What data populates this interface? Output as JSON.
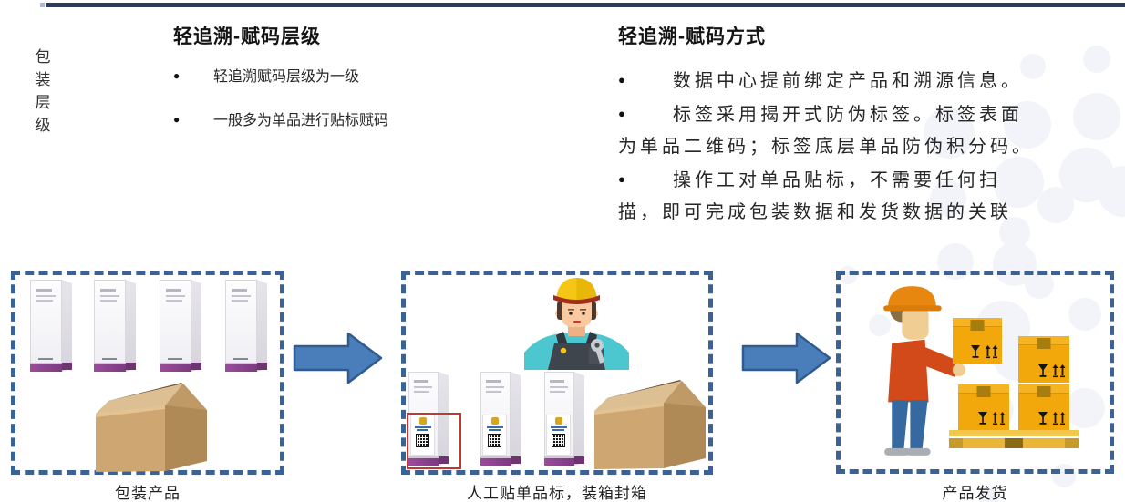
{
  "side_label": {
    "chars": [
      "包",
      "装",
      "层",
      "级"
    ]
  },
  "left_section": {
    "title": "轻追溯-赋码层级",
    "bullet_char": "●",
    "bullets": [
      "轻追溯赋码层级为一级",
      "一般多为单品进行贴标赋码"
    ]
  },
  "right_section": {
    "title": "轻追溯-赋码方式",
    "bullet_char": "●",
    "bullets": [
      "数据中心提前绑定产品和溯源信息。",
      "标签采用揭开式防伪标签。标签表面为单品二维码；标签底层单品防伪积分码。",
      "操作工对单品贴标，不需要任何扫描，即可完成包装数据和发货数据的关联"
    ]
  },
  "flow": {
    "captions": [
      "包装产品",
      "人工贴单品标，装箱封箱",
      "产品发货"
    ]
  },
  "icons": {
    "bullet": "●",
    "fragile": "wine-glass",
    "this_side_up": "double-up-arrows"
  },
  "colors": {
    "top_bar": "#2d3c59",
    "dashed_border": "#3a6294",
    "arrow_fill": "#4a7ebb",
    "arrow_stroke": "#2f5b8e",
    "carton_band": "#8e4190",
    "cardboard": "#cda671",
    "shipping_box": "#f2a70a",
    "pallet": "#f3c74b",
    "annotation": "#c0392b",
    "background_blob": "#f2f4f9"
  }
}
